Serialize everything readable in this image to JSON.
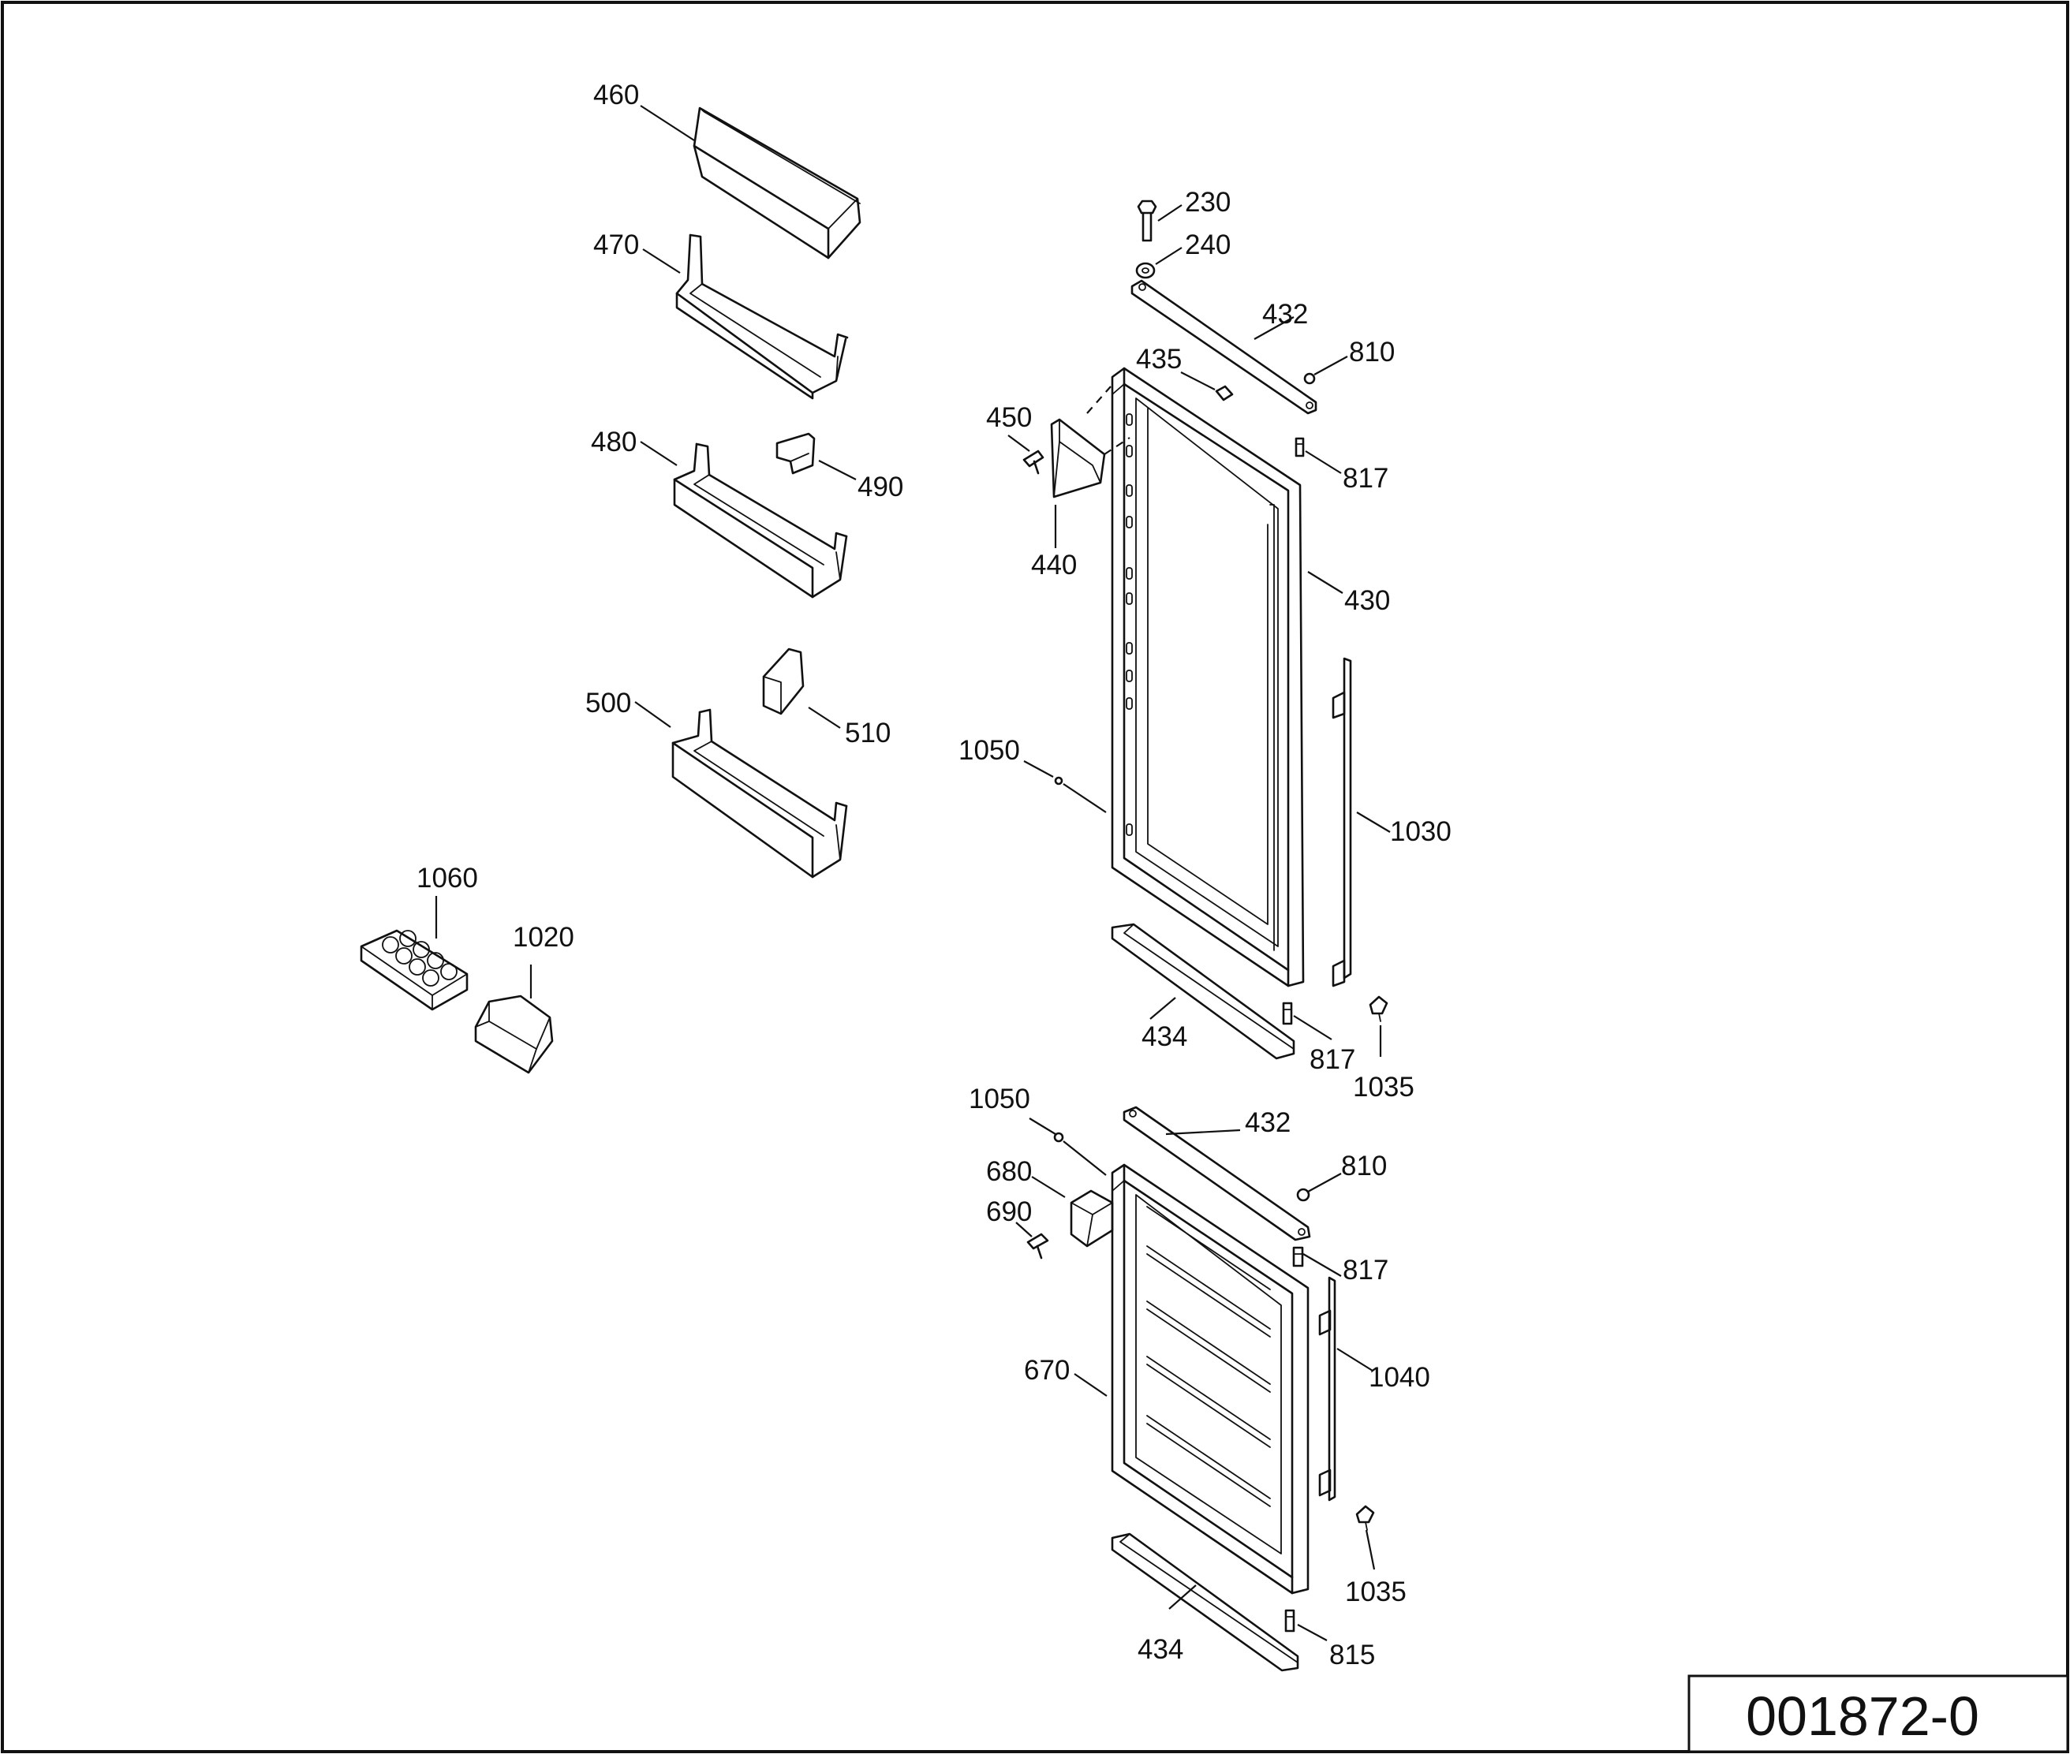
{
  "drawing_code": "001872-0",
  "labels": {
    "l460": "460",
    "l470": "470",
    "l480": "480",
    "l490": "490",
    "l500": "500",
    "l510": "510",
    "l1060": "1060",
    "l1020": "1020",
    "l230": "230",
    "l240": "240",
    "l432a": "432",
    "l810a": "810",
    "l435": "435",
    "l450": "450",
    "l817a": "817",
    "l440": "440",
    "l430": "430",
    "l1050a": "1050",
    "l1030": "1030",
    "l434a": "434",
    "l817b": "817",
    "l1035a": "1035",
    "l1050b": "1050",
    "l432b": "432",
    "l810b": "810",
    "l680": "680",
    "l690": "690",
    "l817c": "817",
    "l670": "670",
    "l1040": "1040",
    "l1035b": "1035",
    "l434b": "434",
    "l815": "815"
  }
}
